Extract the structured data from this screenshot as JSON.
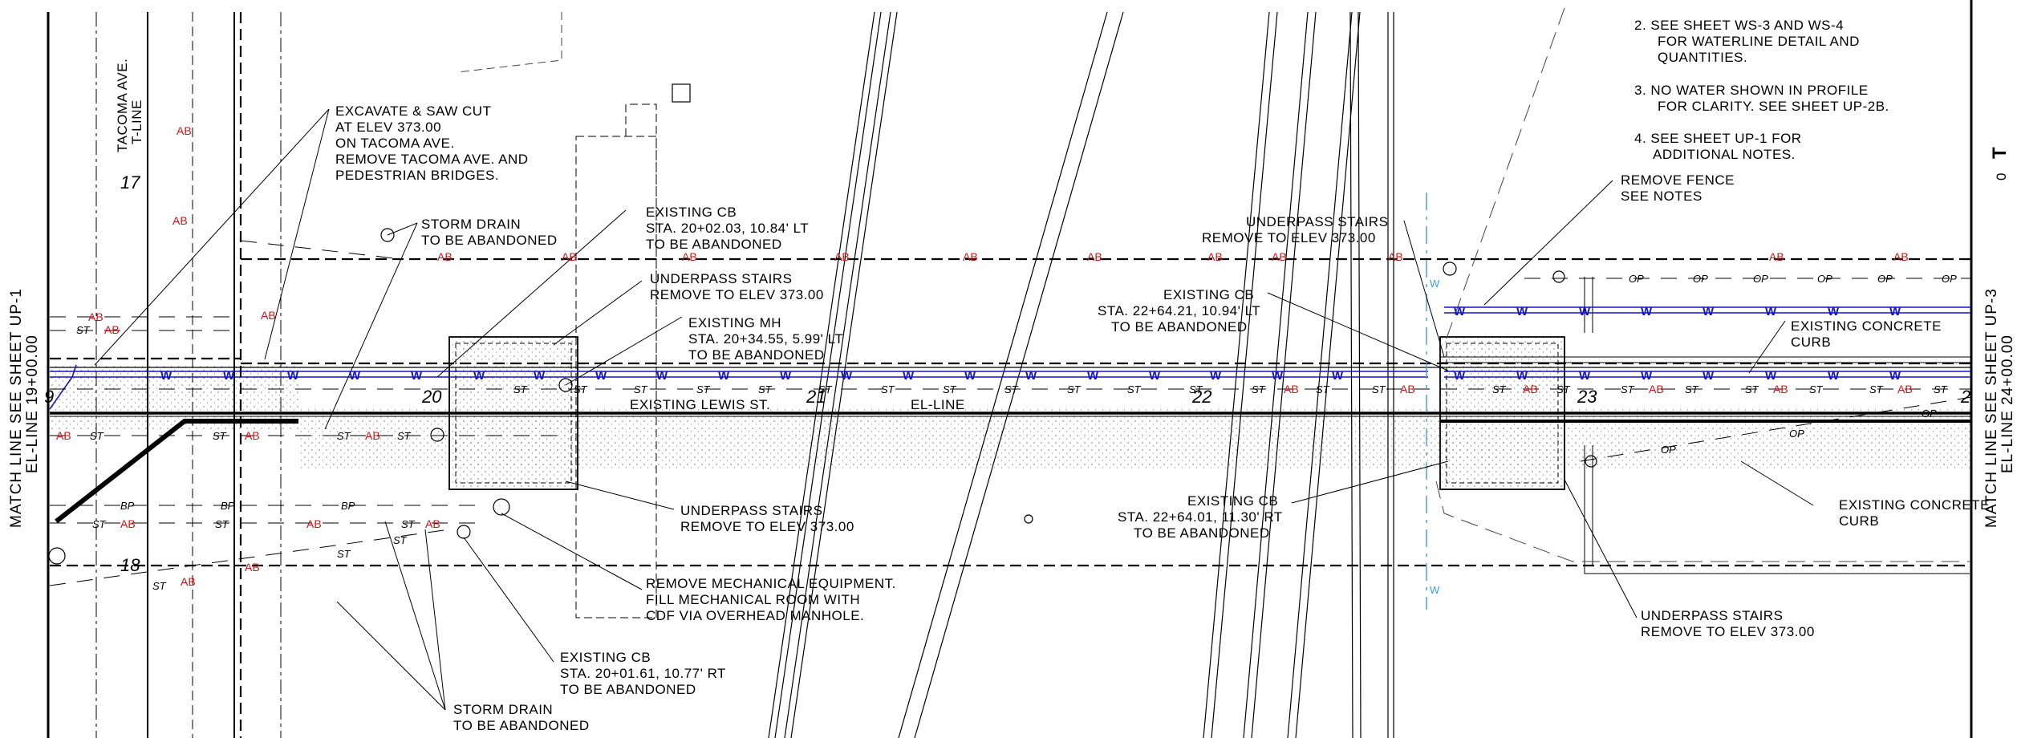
{
  "match_lines": {
    "left": [
      "MATCH LINE SEE SHEET UP-1",
      "EL-LINE 19+00.00"
    ],
    "right": [
      "MATCH LINE SEE SHEET UP-3",
      "EL-LINE 24+00.00"
    ]
  },
  "street_labels": {
    "tacoma": [
      "TACOMA AVE.",
      "T-LINE"
    ],
    "lewis": "EXISTING LEWIS ST.",
    "el_line": "EL-LINE"
  },
  "stations": [
    "17",
    "18",
    "20",
    "21",
    "22",
    "23",
    "2",
    "9"
  ],
  "notes": [
    [
      "2. SEE SHEET WS-3 AND WS-4",
      "FOR WATERLINE DETAIL AND",
      "QUANTITIES."
    ],
    [
      "3. NO WATER SHOWN IN PROFILE",
      "FOR CLARITY. SEE SHEET UP-2B."
    ],
    [
      "4. SEE SHEET UP-1 FOR",
      "ADDITIONAL NOTES."
    ]
  ],
  "callouts": {
    "excavate": [
      "EXCAVATE & SAW CUT",
      "AT ELEV 373.00",
      "ON TACOMA AVE.",
      "REMOVE TACOMA AVE. AND",
      "PEDESTRIAN BRIDGES."
    ],
    "storm_drain_top": [
      "STORM DRAIN",
      "TO BE ABANDONED"
    ],
    "cb_2002": [
      "EXISTING CB",
      "STA. 20+02.03, 10.84' LT",
      "TO BE ABANDONED"
    ],
    "stairs_top": [
      "UNDERPASS STAIRS",
      "REMOVE TO ELEV 373.00"
    ],
    "mh": [
      "EXISTING MH",
      "STA. 20+34.55, 5.99' LT",
      "TO BE ABANDONED"
    ],
    "stairs_mid": [
      "UNDERPASS STAIRS",
      "REMOVE TO ELEV 373.00"
    ],
    "mech": [
      "REMOVE MECHANICAL EQUIPMENT.",
      "FILL MECHANICAL ROOM WITH",
      "CDF VIA OVERHEAD MANHOLE."
    ],
    "cb_2001": [
      "EXISTING CB",
      "STA. 20+01.61, 10.77' RT",
      "TO BE ABANDONED"
    ],
    "storm_drain_bottom": [
      "STORM DRAIN",
      "TO BE ABANDONED"
    ],
    "stairs_upper_right": [
      "UNDERPASS STAIRS",
      "REMOVE TO ELEV 373.00"
    ],
    "cb_2264_lt": [
      "EXISTING CB",
      "STA. 22+64.21, 10.94' LT",
      "TO BE ABANDONED"
    ],
    "cb_2264_rt": [
      "EXISTING CB",
      "STA. 22+64.01, 11.30' RT",
      "TO BE ABANDONED"
    ],
    "remove_fence": [
      "REMOVE FENCE",
      "SEE NOTES"
    ],
    "curb_top": [
      "EXISTING CONCRETE",
      "CURB"
    ],
    "curb_bottom": [
      "EXISTING CONCRETE",
      "CURB"
    ],
    "stairs_bottom_right": [
      "UNDERPASS STAIRS",
      "REMOVE TO ELEV 373.00"
    ]
  },
  "line_tags": {
    "water": "W",
    "asbestos": "AB",
    "storm": "ST",
    "overhead_power": "OP",
    "buried_power": "BP"
  },
  "colors": {
    "line": "#000000",
    "water": "#1414c8",
    "asbestos": "#d21414",
    "centerline": "#3aa0dc"
  },
  "north_arrow": [
    "T",
    "0"
  ]
}
